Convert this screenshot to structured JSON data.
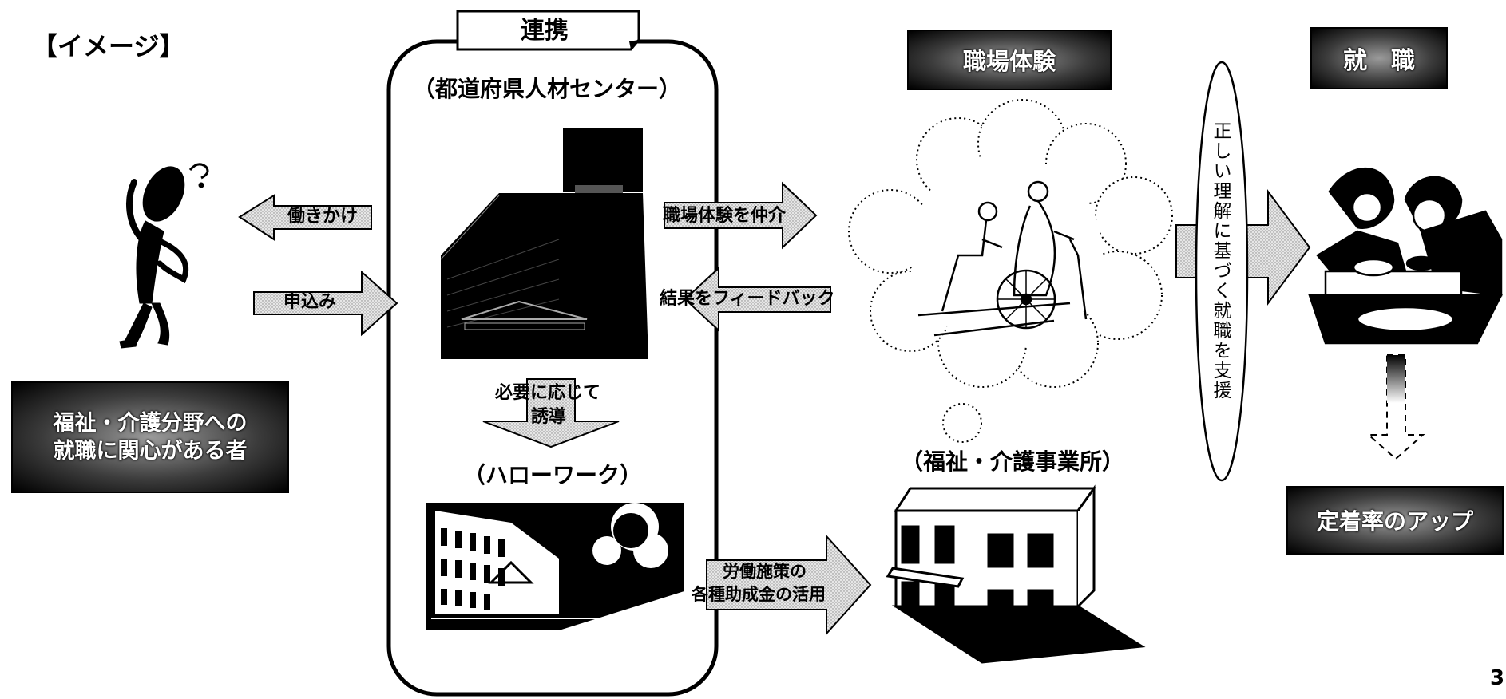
{
  "image_label": "【イメージ】",
  "coop_tab": "連携",
  "prefecture_center": "（都道府県人材センター）",
  "hello_work": "（ハローワーク）",
  "welfare_office": "（福祉・介護事業所）",
  "workplace_experience_header": "職場体験",
  "employment_header": "就　職",
  "person_label_line1": "福祉・介護分野への",
  "person_label_line2": "就職に関心がある者",
  "arrows": {
    "approach": "働きかけ",
    "apply": "申込み",
    "mediate": "職場体験を仲介",
    "feedback": "結果をフィードバック",
    "guide_line1": "必要に応じて",
    "guide_line2": "誘導",
    "subsidy_line1": "労働施策の",
    "subsidy_line2": "各種助成金の活用"
  },
  "support_oval": "正しい理解に基づく就職を支援",
  "retention": "定着率のアップ",
  "page_number": "3",
  "icons": {
    "thinking_person": "confused-person-icon",
    "center_building": "office-building-icon",
    "hello_work_building": "public-building-icon",
    "caregiver": "wheelchair-caregiver-icon",
    "facility": "care-facility-building-icon",
    "meal_scene": "caregiver-meal-icon"
  }
}
